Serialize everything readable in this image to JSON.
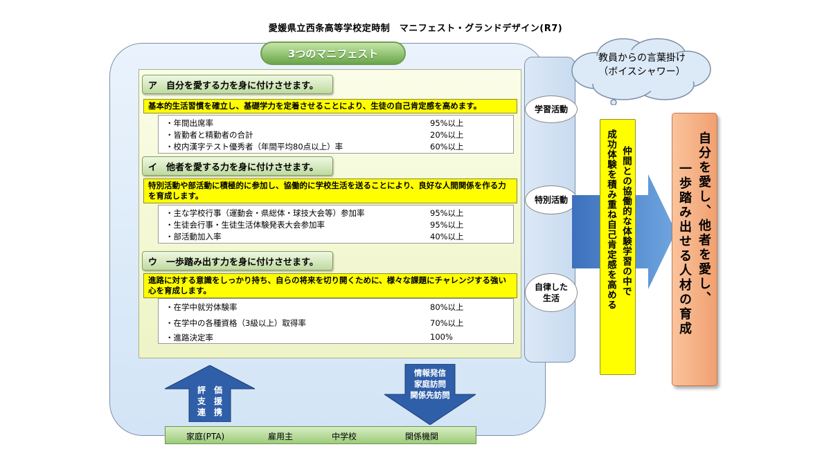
{
  "title": "愛媛県立西条高等学校定時制　マニフェスト・グランドデザイン(R7)",
  "manifest_title": "3つのマニフェスト",
  "sections": [
    {
      "heading": "ア　自分を愛する力を身に付けさせます。",
      "goal": "基本的生活習慣を確立し、基礎学力を定着させることにより、生徒の自己肯定感を高めます。",
      "metrics": [
        {
          "label": "・年間出席率",
          "value": "95%以上"
        },
        {
          "label": "・皆勤者と精勤者の合計",
          "value": "20%以上"
        },
        {
          "label": "・校内漢字テスト優秀者（年間平均80点以上）率",
          "value": "60%以上"
        }
      ]
    },
    {
      "heading": "イ　他者を愛する力を身に付けさせます。",
      "goal": "特別活動や部活動に積極的に参加し、協働的に学校生活を送ることにより、良好な人間関係を作る力を育成します。",
      "metrics": [
        {
          "label": "・主な学校行事（運動会・県総体・球技大会等）参加率",
          "value": "95%以上"
        },
        {
          "label": "・生徒会行事・生徒生活体験発表大会参加率",
          "value": "95%以上"
        },
        {
          "label": "・部活動加入率",
          "value": "40%以上"
        }
      ]
    },
    {
      "heading": "ウ　一歩踏み出す力を身に付けさせます。",
      "goal": "進路に対する意識をしっかり持ち、自らの将来を切り開くために、様々な課題にチャレンジする強い心を育成します。",
      "metrics": [
        {
          "label": "・在学中就労体験率",
          "value": "80%以上"
        },
        {
          "label": "・在学中の各種資格（3級以上）取得率",
          "value": "70%以上"
        },
        {
          "label": "・進路決定率",
          "value": "100%"
        }
      ]
    }
  ],
  "activities": [
    "学習活動",
    "特別活動",
    "自律した\n生活"
  ],
  "cloud_text": "教員からの言葉掛け\n（ボイスシャワー）",
  "vertical_line1": "仲間との協働的な体験学習の中で",
  "vertical_line2": "成功体験を積み重ね自己肯定感を高める",
  "goal_line1": "自分を愛し、他者を愛し、",
  "goal_line2": "一歩踏み出せる人材の育成",
  "up_arrow_lines": [
    "評　価",
    "支　援",
    "連　携"
  ],
  "down_arrow_lines": [
    "情報発信",
    "家庭訪問",
    "関係先訪問"
  ],
  "stakeholders": [
    "家庭(PTA)",
    "雇用主",
    "中学校",
    "関係機関"
  ],
  "colors": {
    "outer_fill": "#d2e4f6",
    "inner_fill": "#eef4c6",
    "highlight_yellow": "#ffff00",
    "arrow_blue": "#2f5fa8",
    "goal_peach": "#f0a070",
    "pill_green": "#6aa64a"
  }
}
